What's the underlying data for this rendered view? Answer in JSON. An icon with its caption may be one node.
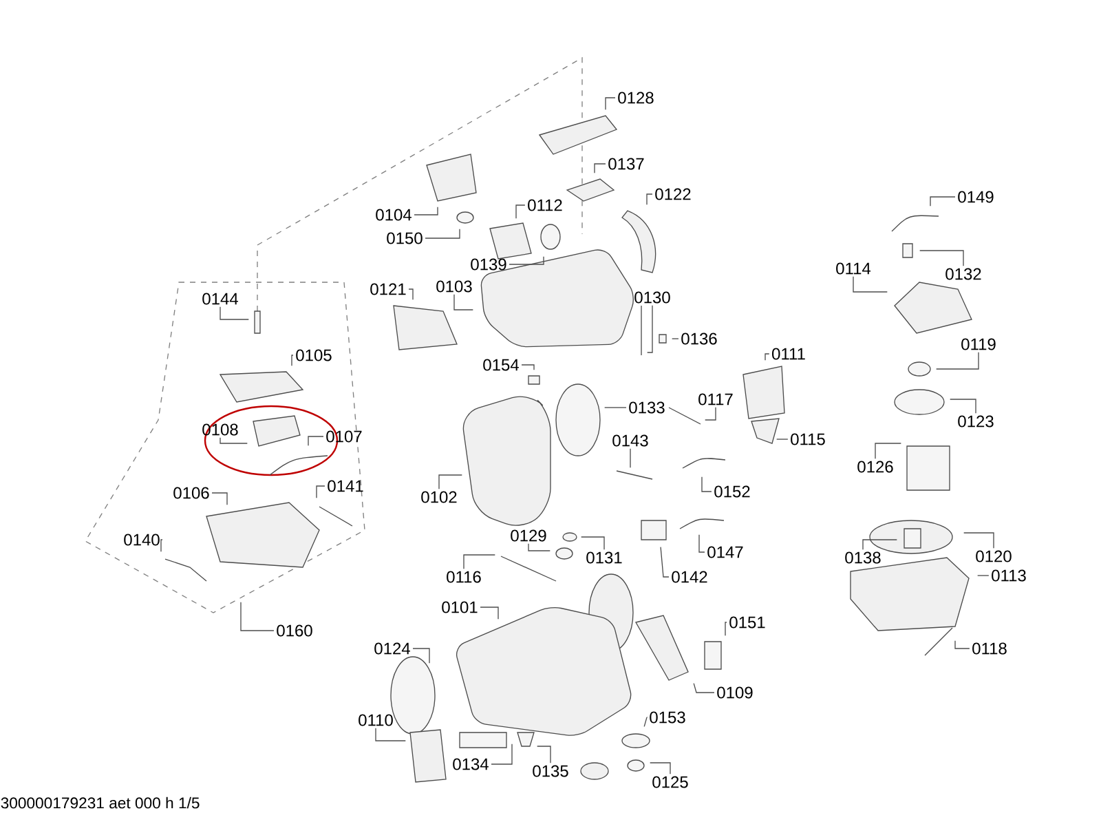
{
  "diagram": {
    "nodes": [
      {
        "text": [],
        "shape": "box"
      },
      {
        "text": [
          "0128"
        ]
      },
      {
        "text": [
          "0137"
        ]
      },
      {
        "text": [
          "0122"
        ]
      },
      {
        "text": [
          "0149"
        ]
      },
      {
        "text": [
          "0112"
        ]
      },
      {
        "text": [
          "0104"
        ]
      },
      {
        "text": [
          "0150"
        ]
      },
      {
        "text": [
          "0139"
        ]
      },
      {
        "text": [
          "0114"
        ]
      },
      {
        "text": [
          "0132"
        ]
      },
      {
        "text": [
          "0103"
        ]
      },
      {
        "text": [
          "0121"
        ]
      },
      {
        "text": [
          "0130"
        ]
      },
      {
        "text": [
          "0144"
        ],
        "in": 0
      },
      {
        "text": [
          "0136"
        ]
      },
      {
        "text": [
          "0111"
        ]
      },
      {
        "text": [
          "0105"
        ],
        "in": 0
      },
      {
        "text": [
          "0154"
        ]
      },
      {
        "text": [
          "0117"
        ]
      },
      {
        "text": [
          "0133"
        ]
      },
      {
        "text": [
          "0108"
        ],
        "in": 0
      },
      {
        "text": [
          "0107"
        ],
        "in": 0
      },
      {
        "text": [
          "0115"
        ]
      },
      {
        "text": [
          "0143"
        ]
      },
      {
        "text": [
          "0141"
        ],
        "in": 0
      },
      {
        "text": [
          "0106"
        ],
        "in": 0
      },
      {
        "text": [
          "0152"
        ]
      },
      {
        "text": [
          "0102"
        ]
      },
      {
        "text": [
          "0129"
        ]
      },
      {
        "text": [
          "0140"
        ],
        "in": 0
      },
      {
        "text": [
          "0147"
        ]
      },
      {
        "text": [
          "0131"
        ]
      },
      {
        "text": [
          "0120"
        ]
      },
      {
        "text": [
          "0138"
        ]
      },
      {
        "text": [
          "0113"
        ]
      },
      {
        "text": [
          "0116"
        ]
      },
      {
        "text": [
          "0142"
        ]
      },
      {
        "text": [
          "0101"
        ]
      },
      {
        "text": [
          "0151"
        ]
      },
      {
        "text": [
          "0160"
        ]
      },
      {
        "text": [
          "0124"
        ]
      },
      {
        "text": [
          "0118"
        ]
      },
      {
        "text": [
          "0109"
        ]
      },
      {
        "text": [
          "0153"
        ]
      },
      {
        "text": [
          "0110"
        ]
      },
      {
        "text": [
          "0134"
        ]
      },
      {
        "text": [
          "0135"
        ]
      },
      {
        "text": [
          "0125"
        ]
      },
      {
        "text": [
          "0119"
        ]
      },
      {
        "text": [
          "0123"
        ]
      },
      {
        "text": [
          "0126"
        ]
      },
      {
        "text": [],
        "shape": "picture"
      },
      {
        "text": [],
        "shape": "picture"
      },
      {
        "text": [],
        "shape": "picture"
      },
      {
        "text": [],
        "shape": "picture"
      },
      {
        "text": [],
        "shape": "picture"
      },
      {
        "text": [],
        "shape": "picture"
      },
      {
        "text": [],
        "shape": "circle"
      },
      {
        "text": [],
        "shape": "circle"
      },
      {
        "text": [],
        "shape": "picture"
      },
      {
        "text": [],
        "shape": "box"
      },
      {
        "text": [],
        "shape": "picture"
      },
      {
        "text": [],
        "shape": "picture"
      },
      {
        "text": [],
        "shape": "picture"
      },
      {
        "text": [],
        "shape": "box",
        "in": 0
      },
      {
        "text": [],
        "shape": "box"
      },
      {
        "text": [],
        "shape": "picture"
      },
      {
        "text": [],
        "shape": "picture",
        "in": 0
      },
      {
        "text": [],
        "shape": "box"
      },
      {
        "text": [],
        "shape": "picture"
      },
      {
        "text": [],
        "shape": "circle"
      },
      {
        "text": [],
        "shape": "picture",
        "in": 0
      },
      {
        "text": [],
        "shape": "picture",
        "in": 0
      },
      {
        "text": [],
        "shape": "picture"
      },
      {
        "text": [],
        "shape": "picture"
      },
      {
        "text": [],
        "shape": "picture",
        "in": 0
      },
      {
        "text": [],
        "shape": "picture",
        "in": 0
      },
      {
        "text": [],
        "shape": "picture"
      },
      {
        "text": [],
        "shape": "picture"
      },
      {
        "text": [],
        "shape": "circle"
      },
      {
        "text": [],
        "shape": "picture",
        "in": 0
      },
      {
        "text": [],
        "shape": "picture"
      },
      {
        "text": [],
        "shape": "circle"
      },
      {
        "text": [],
        "shape": "picture"
      },
      {
        "text": [],
        "shape": "box",
        "in": 84
      },
      {
        "text": [],
        "shape": "picture"
      },
      {
        "text": [],
        "shape": "picture"
      },
      {
        "text": [],
        "shape": "box"
      },
      {
        "text": [],
        "shape": "picture"
      },
      {
        "text": [],
        "shape": "box"
      },
      {
        "text": [],
        "shape": "circle"
      },
      {
        "text": [],
        "shape": "picture"
      },
      {
        "text": [],
        "shape": "picture"
      },
      {
        "text": [],
        "shape": "circle"
      },
      {
        "text": [],
        "shape": "picture"
      },
      {
        "text": [],
        "shape": "box"
      },
      {
        "text": [],
        "shape": "box"
      },
      {
        "text": [],
        "shape": "circle"
      },
      {
        "text": [],
        "shape": "circle"
      },
      {
        "text": [],
        "shape": "circle"
      },
      {
        "text": [],
        "shape": "box"
      }
    ],
    "edges": [
      {
        "from": 1,
        "to": 52,
        "arrow": "none"
      },
      {
        "from": 2,
        "to": 53,
        "arrow": "none"
      },
      {
        "from": 3,
        "to": 54,
        "arrow": "none"
      },
      {
        "from": 4,
        "to": 55,
        "arrow": "none"
      },
      {
        "from": 5,
        "to": 56,
        "arrow": "none"
      },
      {
        "from": 6,
        "to": 57,
        "arrow": "none"
      },
      {
        "from": 7,
        "to": 58,
        "arrow": "none"
      },
      {
        "from": 8,
        "to": 59,
        "arrow": "none"
      },
      {
        "from": 9,
        "to": 60,
        "arrow": "none"
      },
      {
        "from": 10,
        "to": 61,
        "arrow": "none"
      },
      {
        "from": 11,
        "to": 62,
        "arrow": "none"
      },
      {
        "from": 12,
        "to": 63,
        "arrow": "none"
      },
      {
        "from": 13,
        "to": 64,
        "arrow": "none"
      },
      {
        "from": 14,
        "to": 65,
        "arrow": "none"
      },
      {
        "from": 15,
        "to": 66,
        "arrow": "none"
      },
      {
        "from": 16,
        "to": 67,
        "arrow": "none"
      },
      {
        "from": 17,
        "to": 68,
        "arrow": "none"
      },
      {
        "from": 18,
        "to": 69,
        "arrow": "none"
      },
      {
        "from": 19,
        "to": 70,
        "arrow": "none"
      },
      {
        "from": 20,
        "to": 71,
        "arrow": "none"
      },
      {
        "from": 21,
        "to": 72,
        "arrow": "none"
      },
      {
        "from": 22,
        "to": 73,
        "arrow": "none"
      },
      {
        "from": 23,
        "to": 74,
        "arrow": "none"
      },
      {
        "from": 24,
        "to": 75,
        "arrow": "none"
      },
      {
        "from": 25,
        "to": 76,
        "arrow": "none"
      },
      {
        "from": 26,
        "to": 77,
        "arrow": "none"
      },
      {
        "from": 27,
        "to": 78,
        "arrow": "none"
      },
      {
        "from": 28,
        "to": 79,
        "arrow": "none"
      },
      {
        "from": 29,
        "to": 80,
        "arrow": "none"
      },
      {
        "from": 30,
        "to": 81,
        "arrow": "none"
      },
      {
        "from": 31,
        "to": 82,
        "arrow": "none"
      },
      {
        "from": 32,
        "to": 83,
        "arrow": "none"
      },
      {
        "from": 33,
        "to": 84,
        "arrow": "none"
      },
      {
        "from": 34,
        "to": 85,
        "arrow": "none"
      },
      {
        "from": 35,
        "to": 86,
        "arrow": "none"
      },
      {
        "from": 36,
        "to": 87,
        "arrow": "none"
      },
      {
        "from": 37,
        "to": 88,
        "arrow": "none"
      },
      {
        "from": 38,
        "to": 89,
        "arrow": "none"
      },
      {
        "from": 39,
        "to": 90,
        "arrow": "none"
      },
      {
        "from": 40,
        "to": 0,
        "arrow": "none"
      },
      {
        "from": 41,
        "to": 91,
        "arrow": "none"
      },
      {
        "from": 42,
        "to": 92,
        "arrow": "none"
      },
      {
        "from": 43,
        "to": 93,
        "arrow": "none"
      },
      {
        "from": 44,
        "to": 94,
        "arrow": "none"
      },
      {
        "from": 45,
        "to": 95,
        "arrow": "none"
      },
      {
        "from": 46,
        "to": 96,
        "arrow": "none"
      },
      {
        "from": 47,
        "to": 97,
        "arrow": "none"
      },
      {
        "from": 48,
        "to": 98,
        "arrow": "none"
      },
      {
        "from": 49,
        "to": 99,
        "arrow": "none"
      },
      {
        "from": 50,
        "to": 100,
        "arrow": "none"
      },
      {
        "from": 51,
        "to": 101,
        "arrow": "none"
      }
    ],
    "labels": [
      "300000179231 aet 000 h 1/5"
    ]
  }
}
